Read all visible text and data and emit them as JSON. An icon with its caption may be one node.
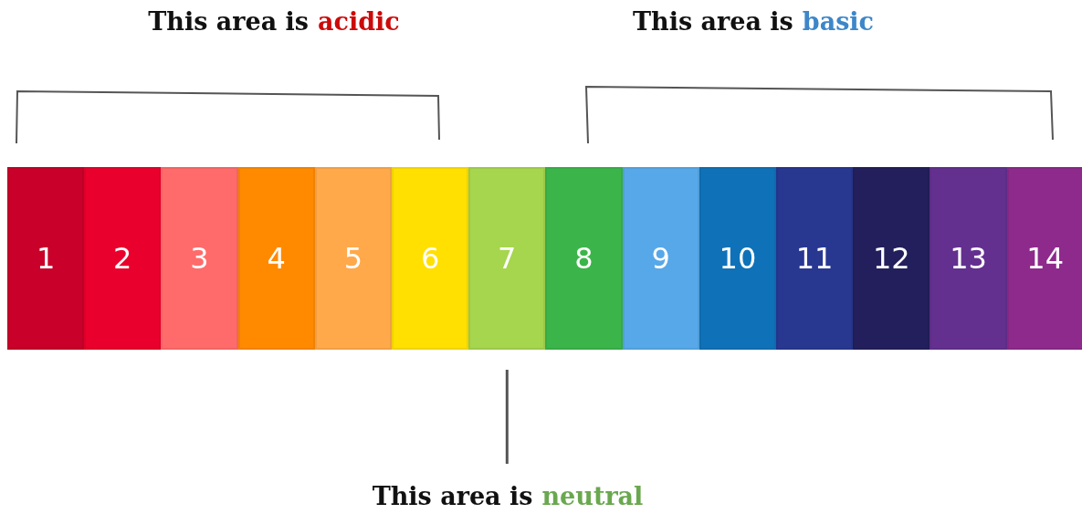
{
  "diagram": {
    "nodes": [
      {
        "text": [
          "1"
        ]
      },
      {
        "text": [
          "2"
        ]
      },
      {
        "text": [
          "3"
        ]
      },
      {
        "text": [
          "4"
        ]
      },
      {
        "text": [
          "5"
        ]
      },
      {
        "text": [
          "6"
        ]
      },
      {
        "text": [
          "7"
        ]
      },
      {
        "text": [
          "8"
        ]
      },
      {
        "text": [
          "9"
        ]
      },
      {
        "text": [
          "10"
        ]
      },
      {
        "text": [
          "11"
        ]
      },
      {
        "text": [
          "12"
        ]
      },
      {
        "text": [
          "13"
        ]
      },
      {
        "text": [
          "14"
        ]
      },
      {
        "text": [
          "This area is",
          "neutral"
        ]
      }
    ],
    "edges": [
      {
        "from": 14,
        "to": 6,
        "arrow": "none"
      }
    ],
    "labels": [
      "This area is",
      "acidic",
      "This area is",
      "basic"
    ]
  }
}
